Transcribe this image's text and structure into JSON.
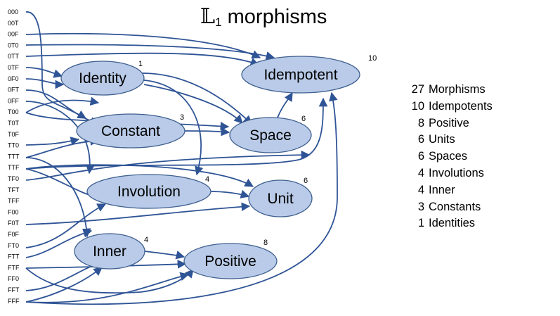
{
  "title": {
    "prefix": "𝕃",
    "subscript": "1",
    "suffix": "morphisms"
  },
  "functions": [
    "000",
    "00T",
    "00F",
    "0T0",
    "0TT",
    "0TF",
    "0F0",
    "0FT",
    "0FF",
    "T00",
    "T0T",
    "T0F",
    "TT0",
    "TTT",
    "TTF",
    "TF0",
    "TFT",
    "TFF",
    "F00",
    "F0T",
    "F0F",
    "FT0",
    "FTT",
    "FTF",
    "FF0",
    "FFT",
    "FFF"
  ],
  "nodes": [
    {
      "id": "identity",
      "label": "Identity",
      "count": "1"
    },
    {
      "id": "idempotent",
      "label": "Idempotent",
      "count": "10"
    },
    {
      "id": "constant",
      "label": "Constant",
      "count": "3"
    },
    {
      "id": "space",
      "label": "Space",
      "count": "6"
    },
    {
      "id": "involution",
      "label": "Involution",
      "count": "4"
    },
    {
      "id": "unit",
      "label": "Unit",
      "count": "6"
    },
    {
      "id": "inner",
      "label": "Inner",
      "count": "4"
    },
    {
      "id": "positive",
      "label": "Positive",
      "count": "8"
    }
  ],
  "summary": [
    {
      "count": "27",
      "label": "Morphisms"
    },
    {
      "count": "10",
      "label": "Idempotents"
    },
    {
      "count": "8",
      "label": "Positive"
    },
    {
      "count": "6",
      "label": "Units"
    },
    {
      "count": "6",
      "label": "Spaces"
    },
    {
      "count": "4",
      "label": "Involutions"
    },
    {
      "count": "4",
      "label": "Inner"
    },
    {
      "count": "3",
      "label": "Constants"
    },
    {
      "count": "1",
      "label": "Identities"
    }
  ],
  "colors": {
    "node_fill": "#b9cbe8",
    "node_stroke": "#3f5f8f",
    "edge": "#2f5496"
  }
}
